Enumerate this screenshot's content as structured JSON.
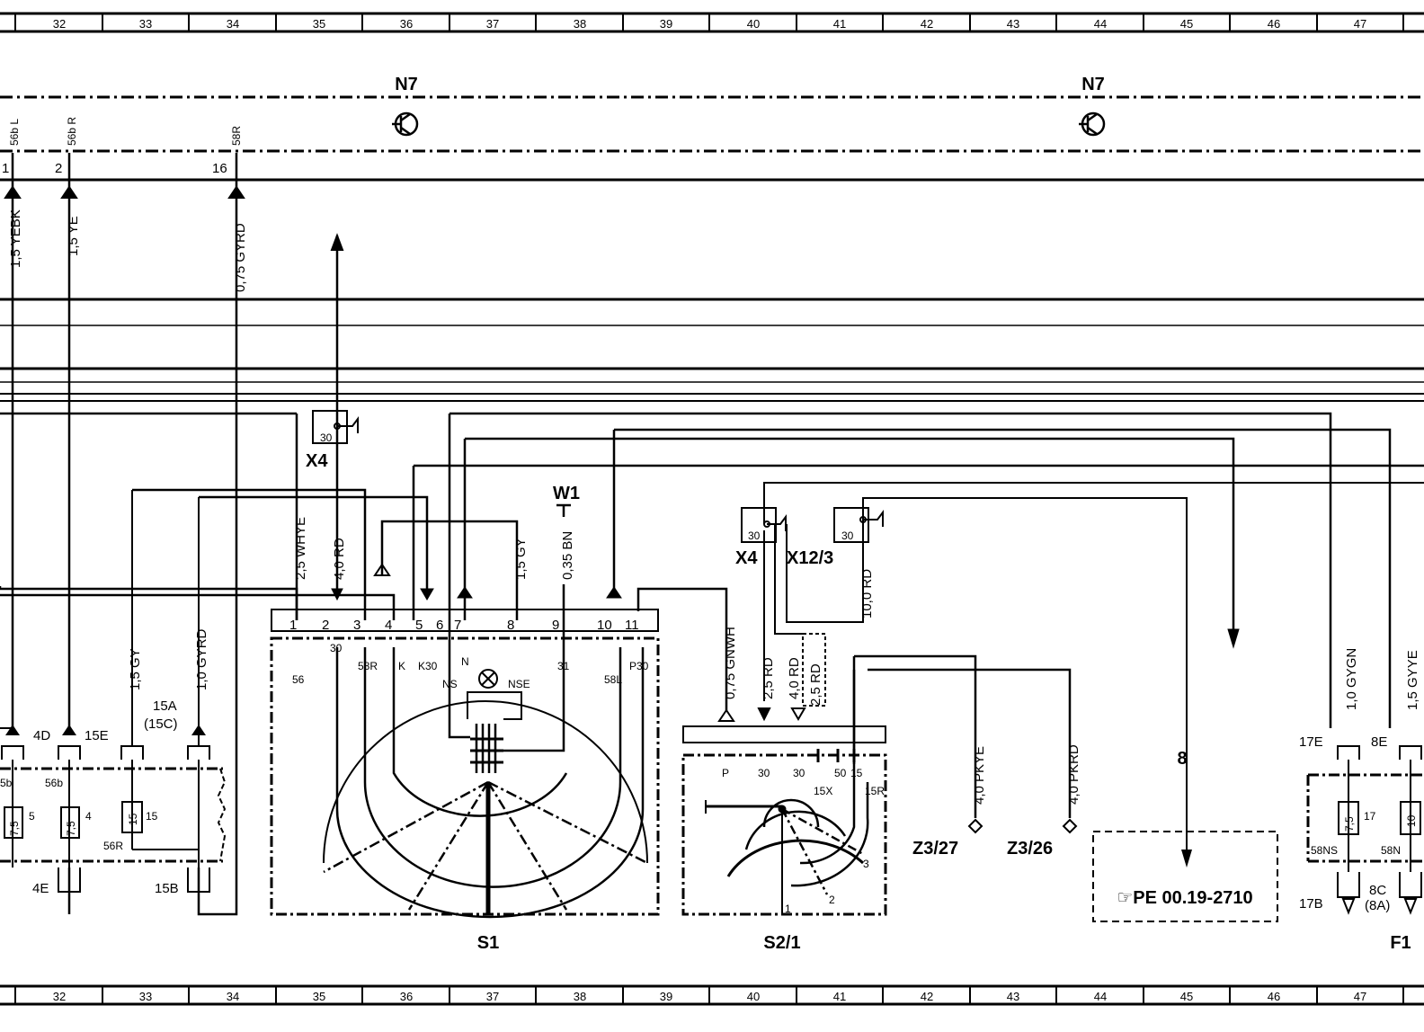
{
  "grid": [
    "32",
    "33",
    "34",
    "35",
    "36",
    "37",
    "38",
    "39",
    "40",
    "41",
    "42",
    "43",
    "44",
    "45",
    "46",
    "47"
  ],
  "components": {
    "n7_left": "N7",
    "n7_right": "N7",
    "x4_a": "X4",
    "x4_b": "X4",
    "x12_3": "X12/3",
    "w1": "W1",
    "s1": "S1",
    "s2_1": "S2/1",
    "f1": "F1",
    "z3_27": "Z3/27",
    "z3_26": "Z3/26",
    "ref_8": "8",
    "ref_box": "☞PE  00.19-2710"
  },
  "top_pins": [
    {
      "num": "1",
      "name": "56b L",
      "wire": "1,5  YEBK"
    },
    {
      "num": "2",
      "name": "56b R",
      "wire": "1,5  YE"
    },
    {
      "num": "16",
      "name": "58R",
      "wire": "0,75  GYRD"
    }
  ],
  "s1_pins": [
    "1",
    "2",
    "3",
    "4",
    "5",
    "6",
    "7",
    "8",
    "9",
    "10",
    "11"
  ],
  "s1_inner": [
    "56",
    "30",
    "58R",
    "K",
    "K30",
    "NS",
    "N",
    "NSE",
    "31",
    "58L",
    "P30"
  ],
  "s1_wires": [
    "2,5  WHYE",
    "4,0  RD",
    "1,5  GY",
    "0,35  BN"
  ],
  "s2_wires": [
    "0,75  GNWH",
    "2,5  RD",
    "4,0  RD",
    "2,5  RD",
    "10,0  RD"
  ],
  "s2_inner": [
    "P",
    "30",
    "30",
    "50",
    "15",
    "15X",
    "15R",
    "1",
    "2",
    "3"
  ],
  "connector_pin": "30",
  "z3_wires": [
    "4,0  PKYE",
    "4,0  PKRD"
  ],
  "fuse_left": {
    "wires": [
      "1,5  GY",
      "1,0  GYRD"
    ],
    "labels": [
      "4D",
      "15E",
      "15A",
      "(15C)",
      "4E",
      "15B",
      "56b",
      "56R",
      "5b"
    ],
    "ratings": [
      "7,5",
      "7,5",
      "15"
    ],
    "slots": [
      "5",
      "4",
      "15"
    ]
  },
  "fuse_right": {
    "wires": [
      "1,0  GYGN",
      "1,5  GYYE"
    ],
    "labels": [
      "17E",
      "8E",
      "58NS",
      "58N",
      "17B",
      "8C",
      "(8A)"
    ],
    "ratings": [
      "7,5",
      "10"
    ],
    "slots": [
      "17"
    ]
  }
}
